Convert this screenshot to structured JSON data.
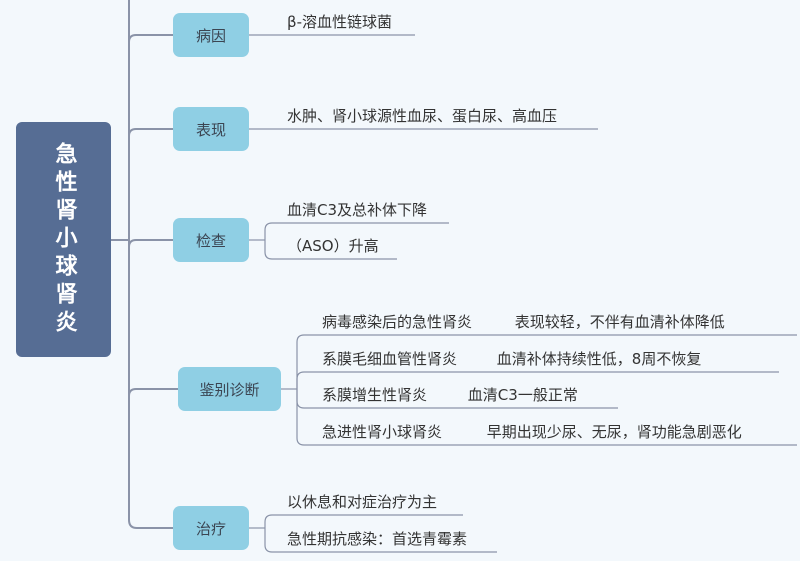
{
  "root": {
    "label": "急性肾小球肾炎"
  },
  "branches": [
    {
      "label": "病因",
      "items": [
        {
          "text": "β-溶血性链球菌"
        }
      ]
    },
    {
      "label": "表现",
      "items": [
        {
          "text": "水肿、肾小球源性血尿、蛋白尿、高血压"
        }
      ]
    },
    {
      "label": "检查",
      "items": [
        {
          "text": "血清C3及总补体下降"
        },
        {
          "text": "（ASO）升高"
        }
      ]
    },
    {
      "label": "鉴别诊断",
      "items": [
        {
          "text": "病毒感染后的急性肾炎",
          "detail": "表现较轻，不伴有血清补体降低"
        },
        {
          "text": "系膜毛细血管性肾炎",
          "detail": "血清补体持续性低，8周不恢复"
        },
        {
          "text": "系膜增生性肾炎",
          "detail": "血清C3一般正常"
        },
        {
          "text": "急进性肾小球肾炎",
          "detail": "早期出现少尿、无尿，肾功能急剧恶化"
        }
      ]
    },
    {
      "label": "治疗",
      "items": [
        {
          "text": "以休息和对症治疗为主"
        },
        {
          "text": "急性期抗感染：首选青霉素"
        }
      ]
    }
  ],
  "colors": {
    "root": "#566d94",
    "branch": "#8fcfe4",
    "line": "#8a93a8",
    "background": "#f3f8fc"
  }
}
